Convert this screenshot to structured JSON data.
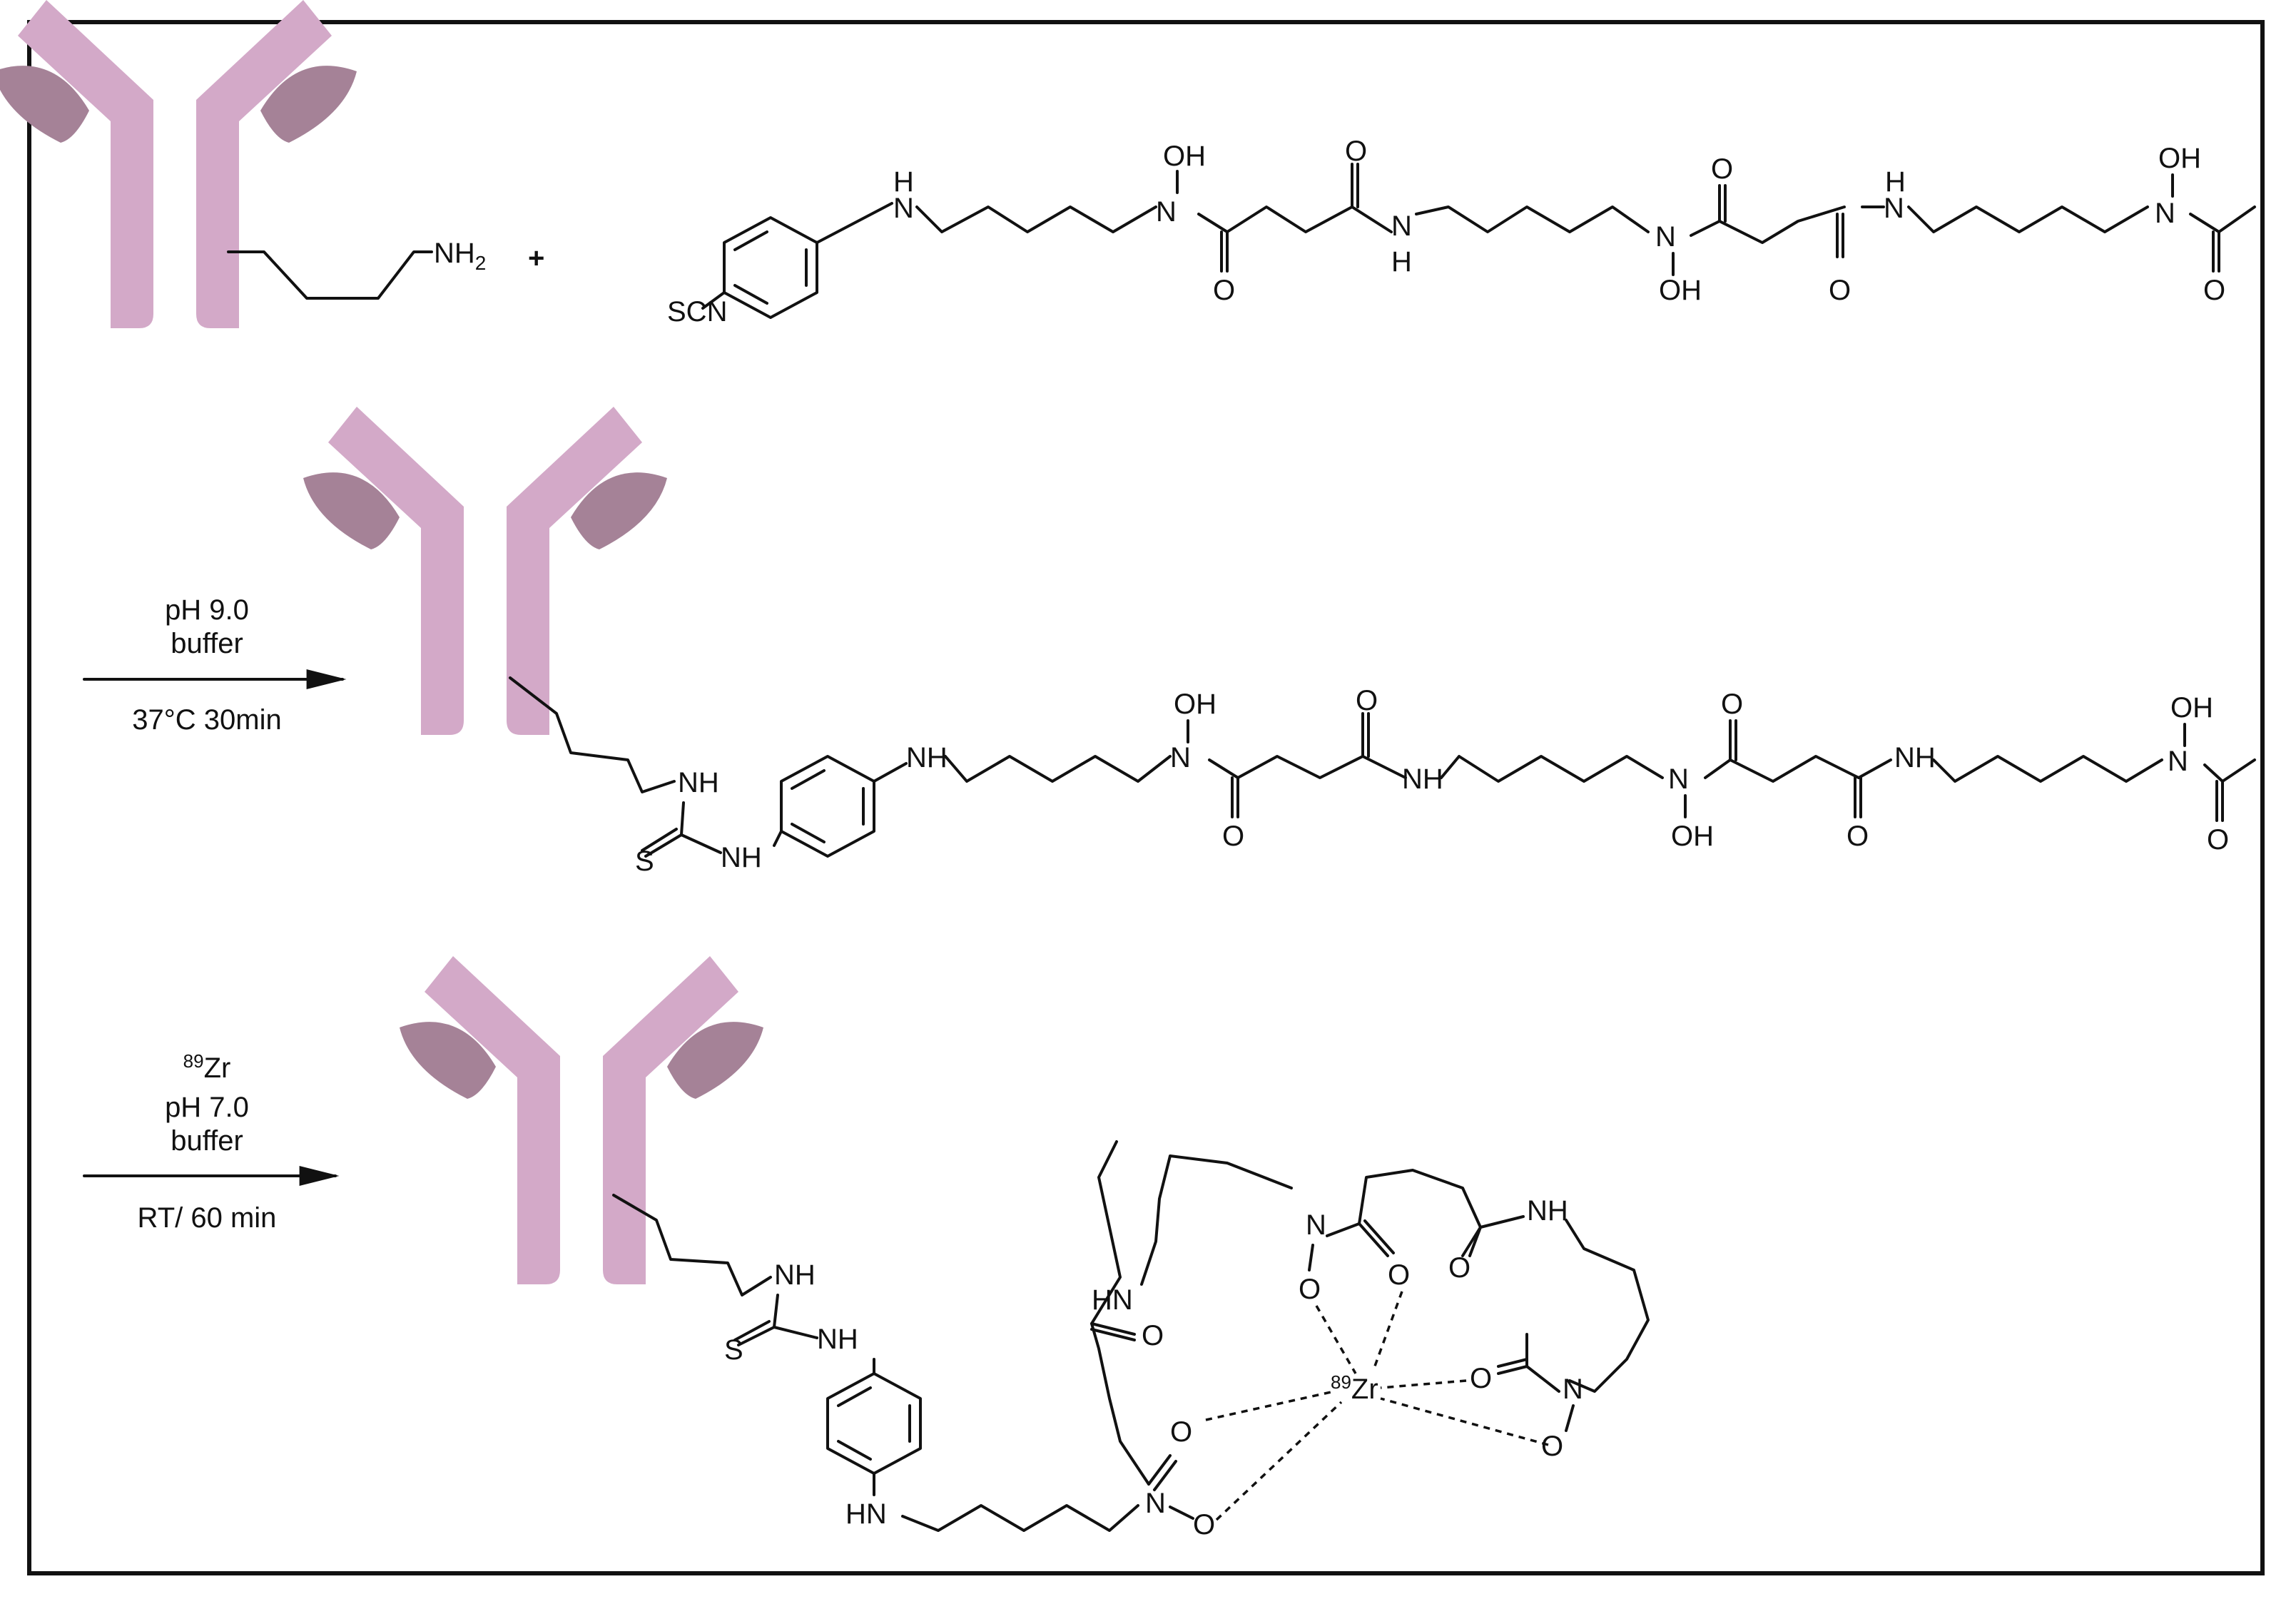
{
  "colors": {
    "antibody_main": "#d3a9c8",
    "antibody_dark": "#a58297",
    "ink": "#111111"
  },
  "step1": {
    "plus": "+",
    "lysine_amine": "NH",
    "lysine_sub": "2"
  },
  "conditions1": {
    "line1": "pH 9.0",
    "line2": "buffer",
    "line3": "37°C 30min"
  },
  "conditions2": {
    "isotope": "89",
    "element": "Zr",
    "line2": "pH 7.0",
    "line3": "buffer",
    "line4": "RT/ 60 min"
  },
  "atoms": {
    "H": "H",
    "NH": "NH",
    "HN": "HN",
    "N": "N",
    "O": "O",
    "OH": "OH",
    "S": "S",
    "SCN": "SCN",
    "zr_mass": "89",
    "zr": "Zr"
  }
}
